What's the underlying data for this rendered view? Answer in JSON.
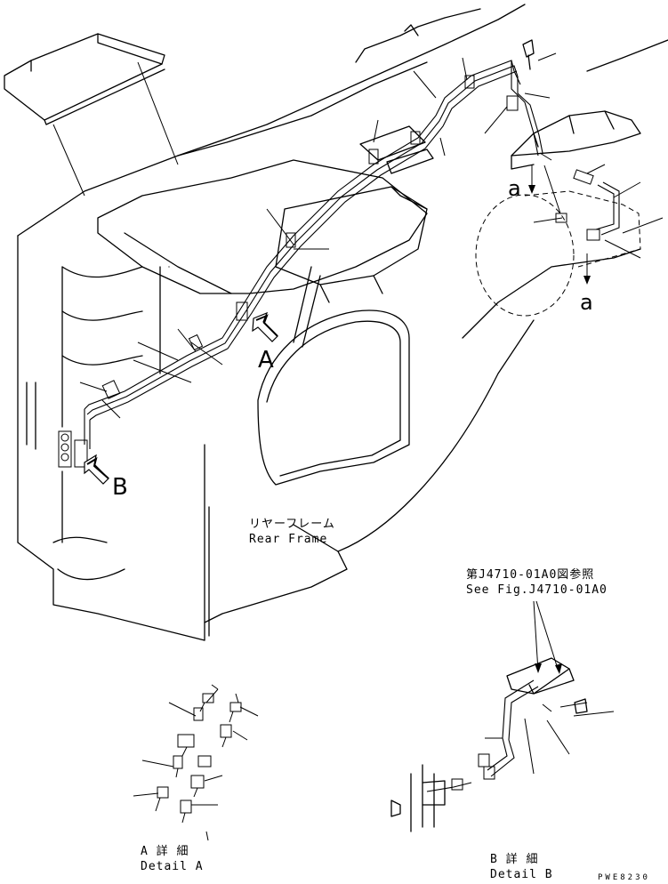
{
  "callouts": {
    "view_a_letter": "A",
    "view_b_letter": "B",
    "section_a_top": "a",
    "section_a_bottom": "a"
  },
  "rear_frame": {
    "label_jp": "リヤーフレーム",
    "label_en": "Rear Frame"
  },
  "reference": {
    "label_jp": "第J4710-01A0図参照",
    "label_en": "See Fig.J4710-01A0"
  },
  "detail_a": {
    "label_jp": "A 詳 細",
    "label_en": "Detail A"
  },
  "detail_b": {
    "label_jp": "B 詳 細",
    "label_en": "Detail B"
  },
  "drawing_code": "PWE8230"
}
